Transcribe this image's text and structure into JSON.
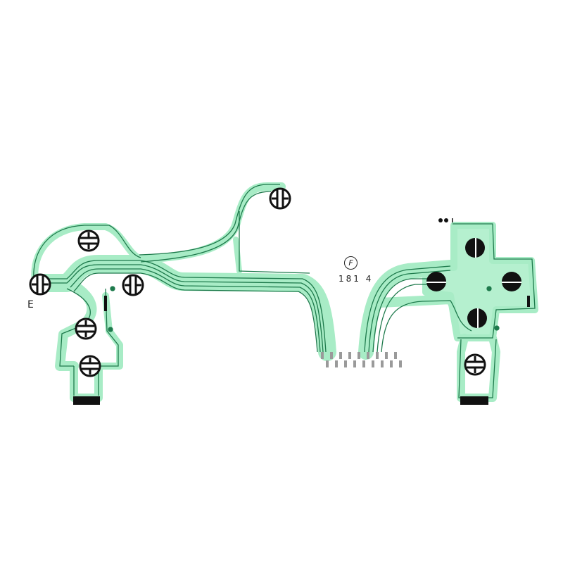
{
  "image": {
    "subject": "Flexible membrane circuit ribbon (controller conductive film)",
    "background_color": "#ffffff",
    "film_color": "#b5f0cf",
    "trace_color": "#1e7a4c",
    "contact_color": "#111111"
  },
  "labels": {
    "side_mark": "E",
    "logo_mark": "F",
    "date_code": "181 4",
    "dots_mark": "●●ı"
  },
  "pads": {
    "left_cluster": [
      "top",
      "left",
      "center-right",
      "lower",
      "bottom"
    ],
    "top_center": [
      "top"
    ],
    "right_dpad": [
      "up",
      "left",
      "right",
      "down"
    ],
    "right_lower": [
      "bottom"
    ]
  },
  "connector": {
    "pin_count": 18
  }
}
